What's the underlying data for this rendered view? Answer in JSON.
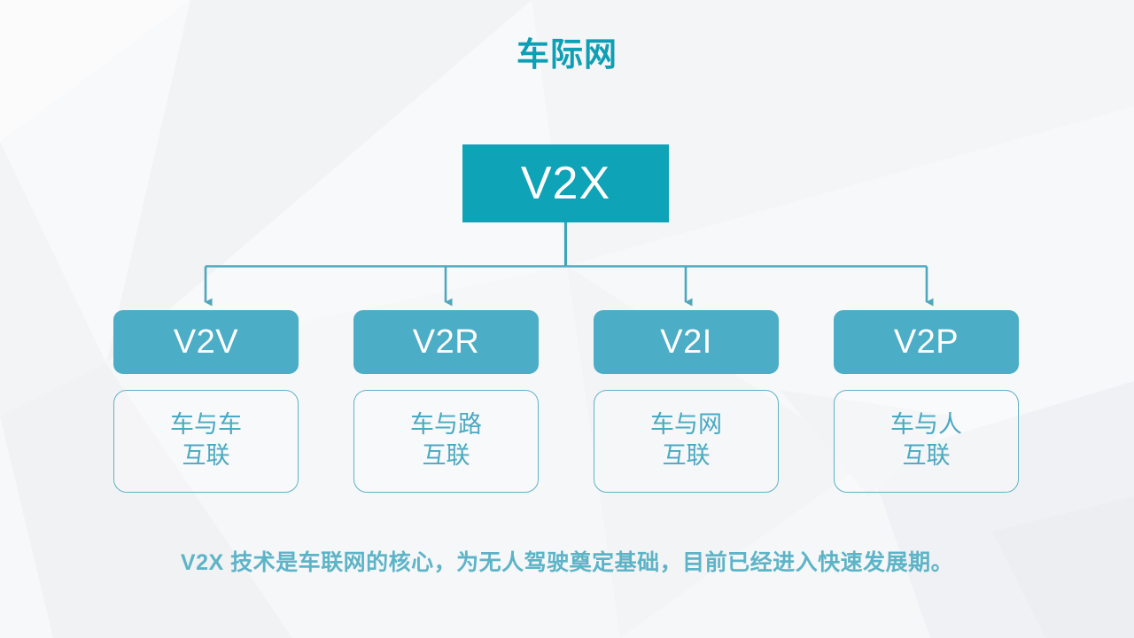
{
  "slide": {
    "title": "车际网",
    "root": {
      "label": "V2X"
    },
    "branches": [
      {
        "code": "V2V",
        "desc_line1": "车与车",
        "desc_line2": "互联"
      },
      {
        "code": "V2R",
        "desc_line1": "车与路",
        "desc_line2": "互联"
      },
      {
        "code": "V2I",
        "desc_line1": "车与网",
        "desc_line2": "互联"
      },
      {
        "code": "V2P",
        "desc_line1": "车与人",
        "desc_line2": "互联"
      }
    ],
    "caption": "V2X 技术是车联网的核心，为无人驾驶奠定基础，目前已经进入快速发展期。",
    "colors": {
      "title": "#0d9fb4",
      "root_box": "#0ea3b6",
      "branch_box": "#4cadc6",
      "outline_box_border": "#5fb2c6",
      "desc_text": "#4ba9c2",
      "caption": "#5eb4c7",
      "connector": "#4ea8bd",
      "background": "#f7f8f9"
    }
  }
}
